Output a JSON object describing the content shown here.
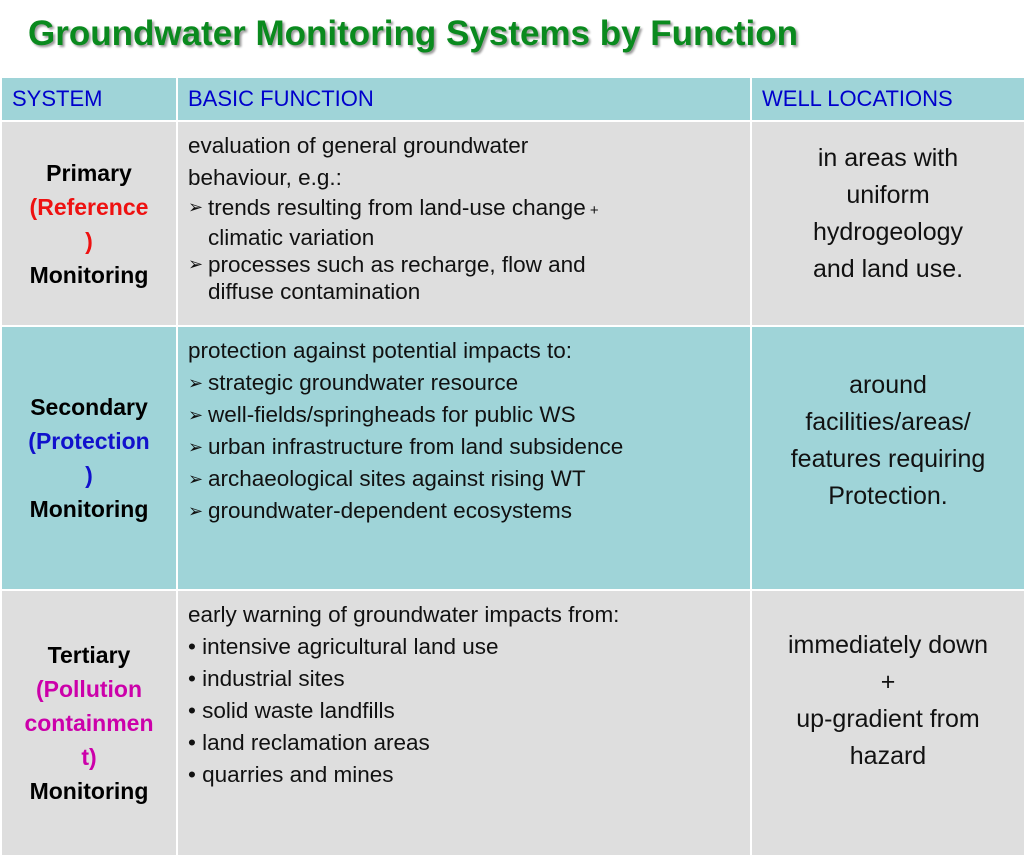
{
  "title": "Groundwater Monitoring Systems by Function",
  "headers": [
    "SYSTEM",
    "BASIC FUNCTION",
    "WELL LOCATIONS"
  ],
  "rows": [
    {
      "system": {
        "line1": "Primary",
        "line2a": "(Reference",
        "line2b": ")",
        "line3": "Monitoring"
      },
      "function": {
        "intro1": "evaluation of general groundwater",
        "intro2": "behaviour, e.g.:",
        "items": [
          {
            "text": "trends resulting from land-use change",
            "suffix": " +",
            "cont": "climatic variation"
          },
          {
            "text": "processes such as recharge, flow and",
            "cont": "diffuse contamination"
          }
        ]
      },
      "locations": [
        "in areas with",
        "uniform",
        "hydrogeology",
        "and land use."
      ]
    },
    {
      "system": {
        "line1": "Secondary",
        "line2a": "(Protection",
        "line2b": ")",
        "line3": "Monitoring"
      },
      "function": {
        "intro": "protection against potential impacts to:",
        "items": [
          "strategic groundwater resource",
          "well-fields/springheads for public WS",
          "urban infrastructure from land subsidence",
          "archaeological sites against rising WT",
          "groundwater-dependent ecosystems"
        ]
      },
      "locations": [
        "around",
        "facilities/areas/",
        "features requiring",
        "Protection."
      ]
    },
    {
      "system": {
        "line1": "Tertiary",
        "line2a": "(Pollution",
        "line2b": "containmen",
        "line2c": "t)",
        "line3": "Monitoring"
      },
      "function": {
        "intro": "early warning of groundwater impacts from:",
        "items": [
          "• intensive agricultural land use",
          "• industrial sites",
          "• solid waste landfills",
          "• land reclamation areas",
          "• quarries and mines"
        ]
      },
      "locations": [
        "immediately down",
        "+",
        "up-gradient from",
        "hazard"
      ]
    }
  ],
  "icons": {
    "bullet_arrow": "arrowhead-bullet-icon",
    "bullet_arrow_glyph": "➢"
  }
}
